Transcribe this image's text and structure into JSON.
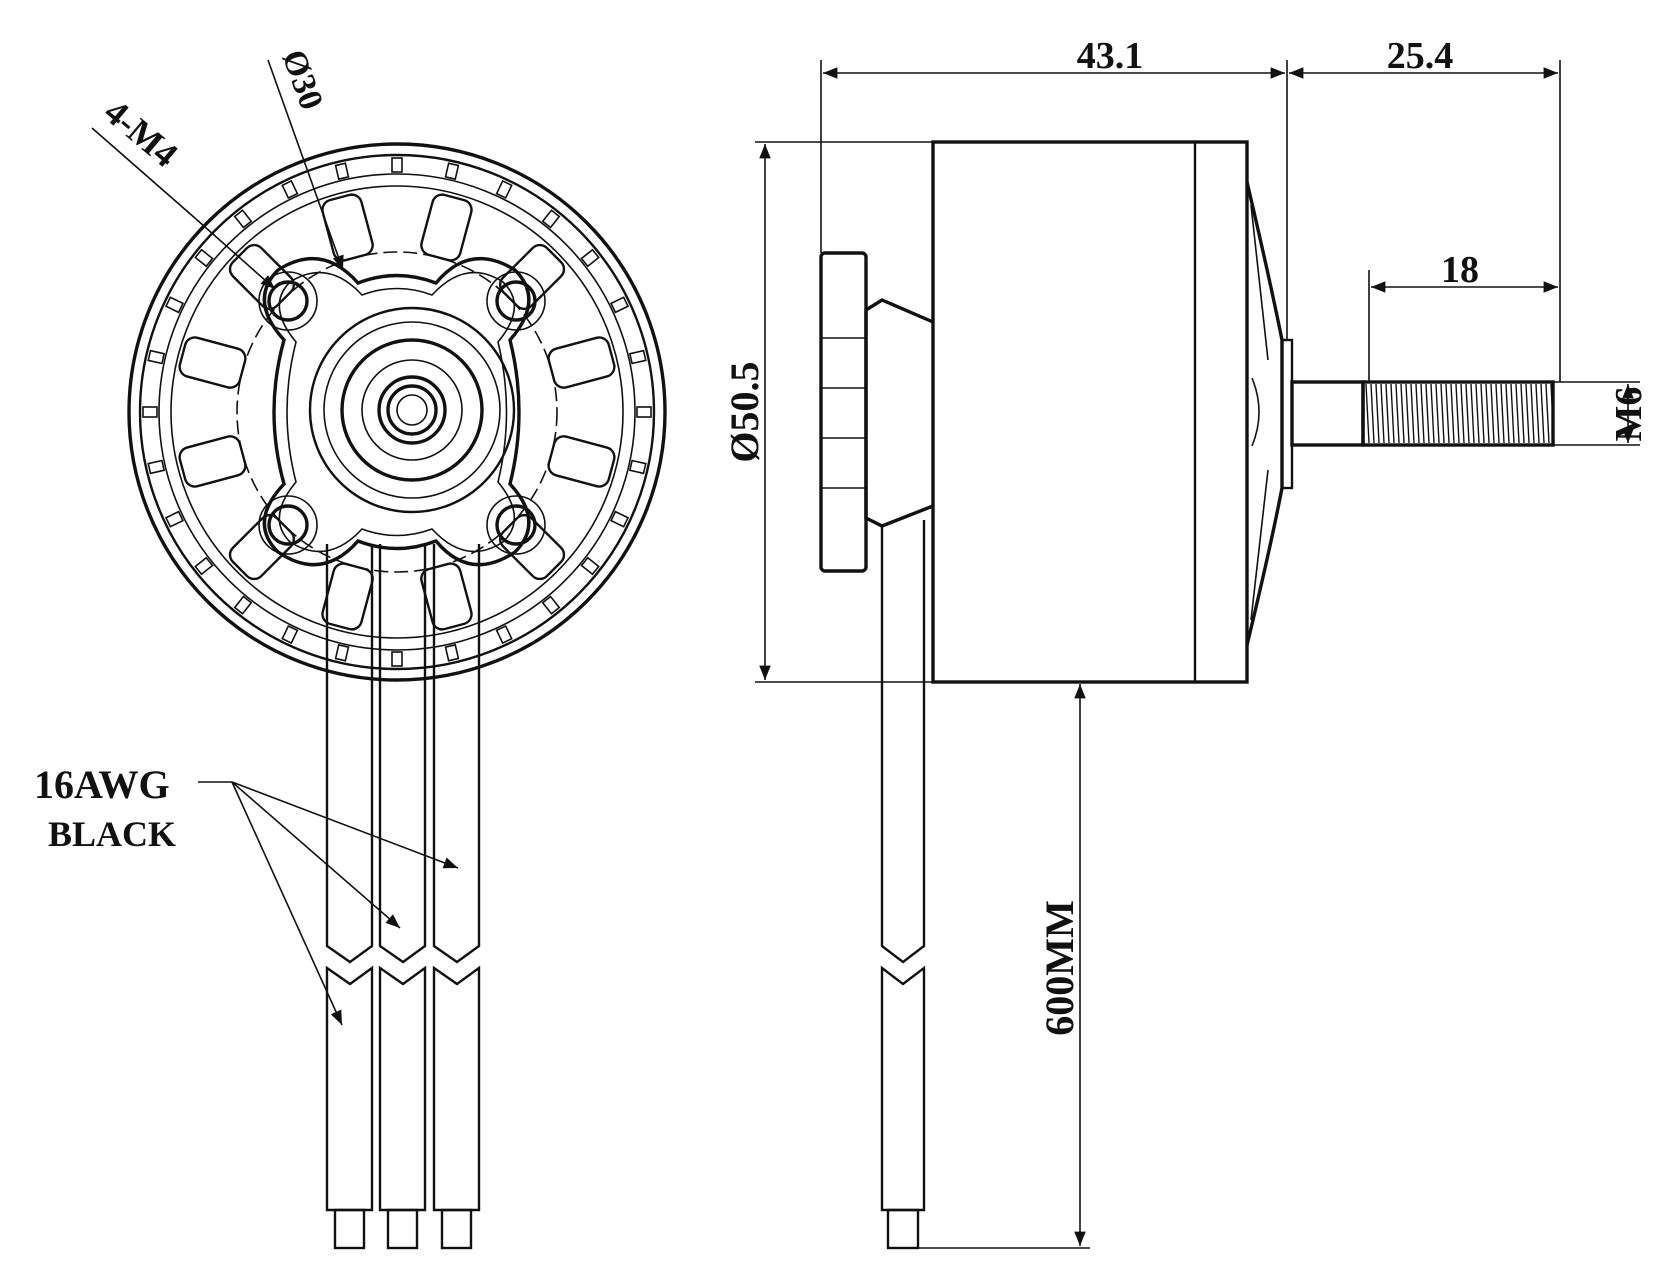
{
  "front_view": {
    "mount_hole_label": "4-M4",
    "mount_circle_label": "Ø30",
    "wire_label_line1": "16AWG",
    "wire_label_line2": "BLACK"
  },
  "side_view": {
    "body_length": "43.1",
    "shaft_length": "25.4",
    "thread_length": "18",
    "shaft_thread": "M6",
    "diameter": "Ø50.5",
    "lead_length": "600MM"
  },
  "colors": {
    "line": "#111111",
    "background": "#ffffff"
  }
}
